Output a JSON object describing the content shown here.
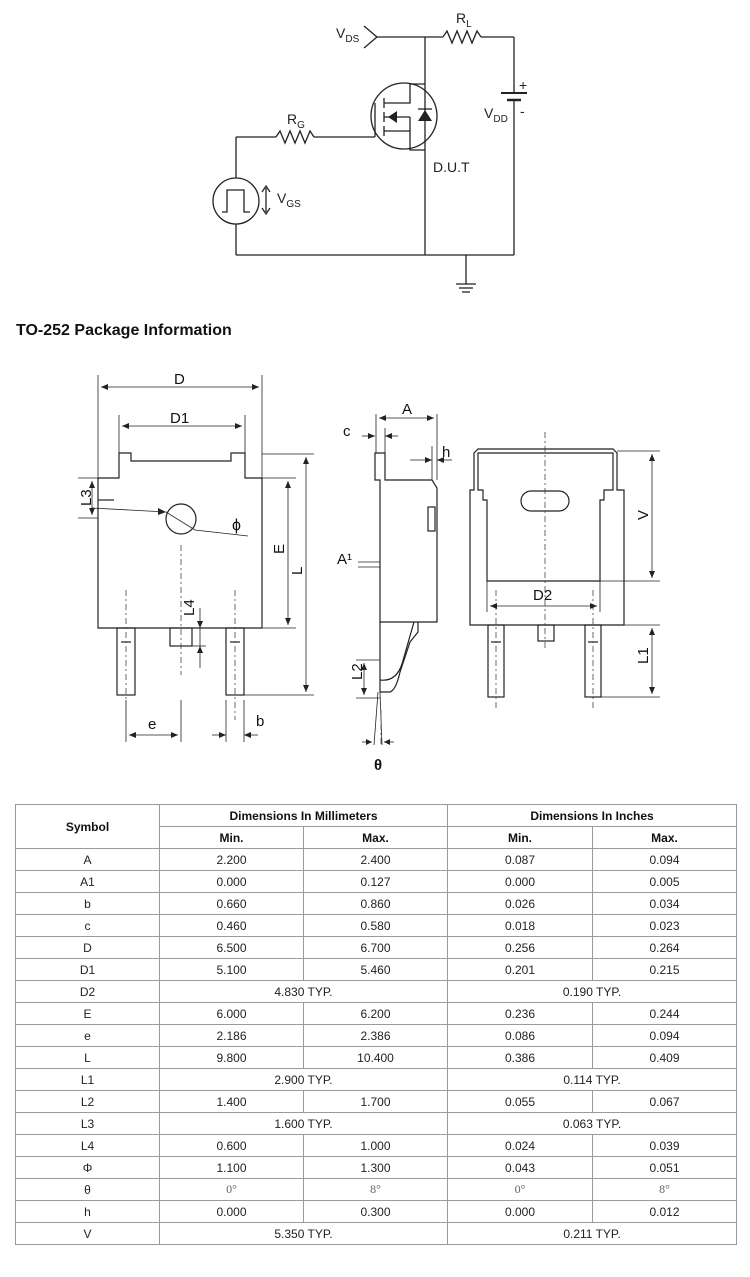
{
  "circuit": {
    "vds": "V",
    "vds_sub": "DS",
    "rl": "R",
    "rl_sub": "L",
    "vdd": "V",
    "vdd_sub": "DD",
    "plus": "+",
    "minus": "-",
    "rg": "R",
    "rg_sub": "G",
    "vgs": "V",
    "vgs_sub": "GS",
    "dut": "D.U.T"
  },
  "section_title": "TO-252 Package Information",
  "drawing": {
    "D": "D",
    "D1": "D1",
    "L3": "L3",
    "phi": "ϕ",
    "E": "E",
    "L": "L",
    "L4": "L4",
    "e": "e",
    "b": "b",
    "A": "A",
    "c": "c",
    "h": "h",
    "A1": "A¹",
    "L2": "L2",
    "theta": "θ",
    "V": "V",
    "D2": "D2",
    "L1": "L1"
  },
  "table": {
    "symbol_header": "Symbol",
    "mm_header": "Dimensions In Millimeters",
    "in_header": "Dimensions In Inches",
    "min": "Min.",
    "max": "Max.",
    "rows": [
      {
        "sym": "A",
        "mm_min": "2.200",
        "mm_max": "2.400",
        "in_min": "0.087",
        "in_max": "0.094"
      },
      {
        "sym": "A1",
        "mm_min": "0.000",
        "mm_max": "0.127",
        "in_min": "0.000",
        "in_max": "0.005"
      },
      {
        "sym": "b",
        "mm_min": "0.660",
        "mm_max": "0.860",
        "in_min": "0.026",
        "in_max": "0.034"
      },
      {
        "sym": "c",
        "mm_min": "0.460",
        "mm_max": "0.580",
        "in_min": "0.018",
        "in_max": "0.023"
      },
      {
        "sym": "D",
        "mm_min": "6.500",
        "mm_max": "6.700",
        "in_min": "0.256",
        "in_max": "0.264"
      },
      {
        "sym": "D1",
        "mm_min": "5.100",
        "mm_max": "5.460",
        "in_min": "0.201",
        "in_max": "0.215"
      },
      {
        "sym": "D2",
        "mm_typ": "4.830 TYP.",
        "in_typ": "0.190 TYP."
      },
      {
        "sym": "E",
        "mm_min": "6.000",
        "mm_max": "6.200",
        "in_min": "0.236",
        "in_max": "0.244"
      },
      {
        "sym": "e",
        "mm_min": "2.186",
        "mm_max": "2.386",
        "in_min": "0.086",
        "in_max": "0.094"
      },
      {
        "sym": "L",
        "mm_min": "9.800",
        "mm_max": "10.400",
        "in_min": "0.386",
        "in_max": "0.409"
      },
      {
        "sym": "L1",
        "mm_typ": "2.900 TYP.",
        "in_typ": "0.114 TYP."
      },
      {
        "sym": "L2",
        "mm_min": "1.400",
        "mm_max": "1.700",
        "in_min": "0.055",
        "in_max": "0.067"
      },
      {
        "sym": "L3",
        "mm_typ": "1.600 TYP.",
        "in_typ": "0.063 TYP."
      },
      {
        "sym": "L4",
        "mm_min": "0.600",
        "mm_max": "1.000",
        "in_min": "0.024",
        "in_max": "0.039"
      },
      {
        "sym": "Φ",
        "mm_min": "1.100",
        "mm_max": "1.300",
        "in_min": "0.043",
        "in_max": "0.051"
      },
      {
        "sym": "θ",
        "mm_min": "0°",
        "mm_max": "8°",
        "in_min": "0°",
        "in_max": "8°",
        "angle": true
      },
      {
        "sym": "h",
        "mm_min": "0.000",
        "mm_max": "0.300",
        "in_min": "0.000",
        "in_max": "0.012"
      },
      {
        "sym": "V",
        "mm_typ": "5.350 TYP.",
        "in_typ": "0.211 TYP."
      }
    ]
  }
}
